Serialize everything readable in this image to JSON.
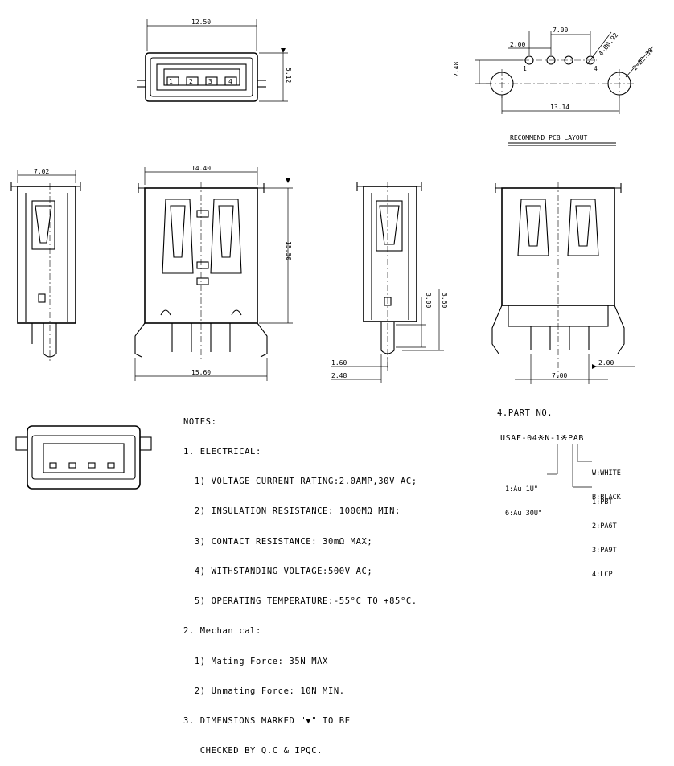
{
  "dimensions": {
    "front_width": "12.50",
    "front_height": "5.12",
    "pcb_pitch": "7.00",
    "pcb_offset": "2.00",
    "pcb_pin_hole": "4-Ø0.92",
    "pcb_vertical": "2.48",
    "pcb_peg_hole": "2-Ø2.30",
    "pcb_span": "13.14",
    "side_depth": "7.02",
    "top_width": "14.40",
    "top_height": "15.50",
    "top_leg_span": "15.60",
    "side2_pin_a": "3.00",
    "side2_pin_b": "3.60",
    "side2_off_a": "1.60",
    "side2_off_b": "2.48",
    "rear_pitch": "7.00",
    "rear_leg": "2.00"
  },
  "pin_labels": [
    "1",
    "2",
    "3",
    "4"
  ],
  "pcb_pin_labels": [
    "1",
    "4"
  ],
  "pcb_layout_title": "RECOMMEND PCB LAYOUT",
  "notes": {
    "title": "NOTES:",
    "lines": [
      "1. ELECTRICAL:",
      "  1) VOLTAGE CURRENT RATING:2.0AMP,30V AC;",
      "  2) INSULATION RESISTANCE: 1000MΩ MIN;",
      "  3) CONTACT RESISTANCE: 30mΩ MAX;",
      "  4) WITHSTANDING VOLTAGE:500V AC;",
      "  5) OPERATING TEMPERATURE:-55°C TO +85°C.",
      "2. Mechanical:",
      "  1) Mating Force: 35N MAX",
      "  2) Unmating Force: 10N MIN.",
      "3. DIMENSIONS MARKED \"▼\" TO BE",
      "   CHECKED BY Q.C & IPQC."
    ]
  },
  "part_no": {
    "title": "4.PART NO.",
    "code": "USAF-04※N-1※PAB",
    "color_options": [
      "W:WHITE",
      "B:BLACK"
    ],
    "plating_options": [
      "1:Au 1U\"",
      "6:Au 30U\""
    ],
    "material_options": [
      "1:PBT",
      "2:PA6T",
      "3:PA9T",
      "4:LCP"
    ]
  }
}
